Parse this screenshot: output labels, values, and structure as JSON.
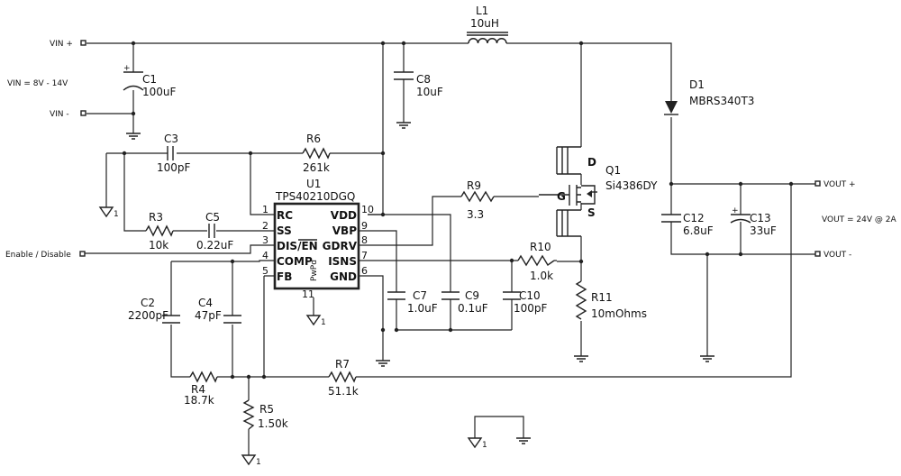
{
  "terminals": {
    "vin_plus": "VIN +",
    "vin_range": "VIN = 8V - 14V",
    "vin_minus": "VIN -",
    "enable": "Enable / Disable",
    "vout_plus": "VOUT +",
    "vout_spec": "VOUT = 24V @ 2A",
    "vout_minus": "VOUT -"
  },
  "components": {
    "L1": {
      "ref": "L1",
      "value": "10uH"
    },
    "C1": {
      "ref": "C1",
      "value": "100uF"
    },
    "C8": {
      "ref": "C8",
      "value": "10uF"
    },
    "D1": {
      "ref": "D1",
      "value": "MBRS340T3"
    },
    "Q1": {
      "ref": "Q1",
      "value": "Si4386DY",
      "d": "D",
      "g": "G",
      "s": "S"
    },
    "C3": {
      "ref": "C3",
      "value": "100pF"
    },
    "R6": {
      "ref": "R6",
      "value": "261k"
    },
    "R3": {
      "ref": "R3",
      "value": "10k"
    },
    "C5": {
      "ref": "C5",
      "value": "0.22uF"
    },
    "R9": {
      "ref": "R9",
      "value": "3.3"
    },
    "R10": {
      "ref": "R10",
      "value": "1.0k"
    },
    "R11": {
      "ref": "R11",
      "value": "10mOhms"
    },
    "C12": {
      "ref": "C12",
      "value": "6.8uF"
    },
    "C13": {
      "ref": "C13",
      "value": "33uF"
    },
    "C7": {
      "ref": "C7",
      "value": "1.0uF"
    },
    "C9": {
      "ref": "C9",
      "value": "0.1uF"
    },
    "C10": {
      "ref": "C10",
      "value": "100pF"
    },
    "C2": {
      "ref": "C2",
      "value": "2200pF"
    },
    "C4": {
      "ref": "C4",
      "value": "47pF"
    },
    "R4": {
      "ref": "R4",
      "value": "18.7k"
    },
    "R7": {
      "ref": "R7",
      "value": "51.1k"
    },
    "R5": {
      "ref": "R5",
      "value": "1.50k"
    }
  },
  "ic": {
    "ref": "U1",
    "part": "TPS40210DGQ",
    "pad": "PwPd",
    "pins": {
      "rc": {
        "num": "1",
        "name": "RC"
      },
      "ss": {
        "num": "2",
        "name": "SS"
      },
      "dis": {
        "num": "3",
        "name": "DIS/EN"
      },
      "comp": {
        "num": "4",
        "name": "COMP"
      },
      "fb": {
        "num": "5",
        "name": "FB"
      },
      "gnd": {
        "num": "6",
        "name": "GND"
      },
      "isns": {
        "num": "7",
        "name": "ISNS"
      },
      "gdrv": {
        "num": "8",
        "name": "GDRV"
      },
      "vbp": {
        "num": "9",
        "name": "VBP"
      },
      "vdd": {
        "num": "10",
        "name": "VDD"
      },
      "pad": {
        "num": "11"
      }
    }
  },
  "misc": {
    "plus": "+",
    "gnd_num": "1"
  }
}
